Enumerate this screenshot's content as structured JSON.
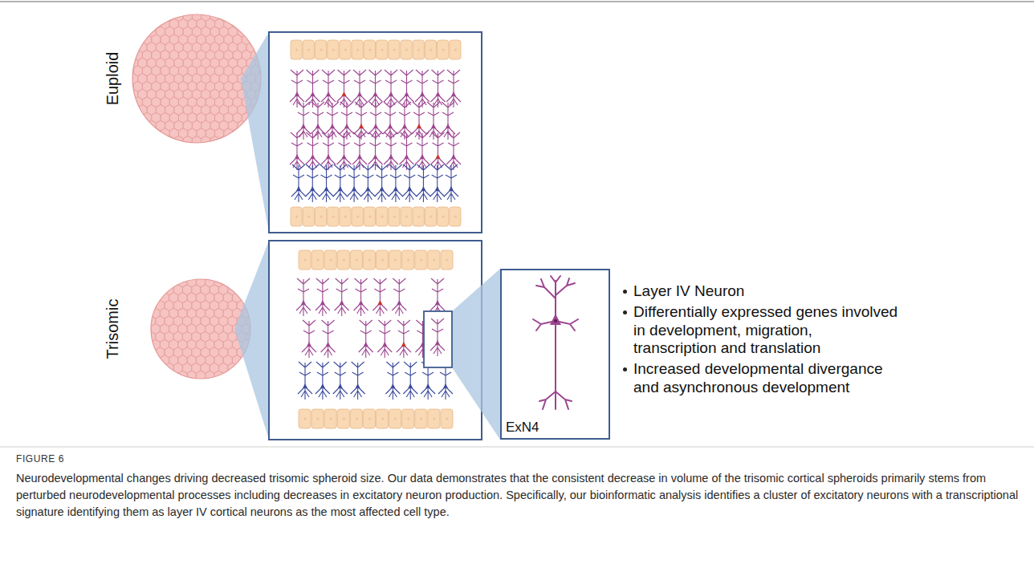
{
  "diagram": {
    "caption": "Neurodevelopmental changes driving decreased trisomic spheroid size. Our data demonstrates that the consistent decrease in volume of the trisomic cortical spheroids primarily stems from perturbed neurodevelopmental processes including decreases in excitatory neuron production. Specifically, our bioinformatic analysis identifies a cluster of excitatory neurons with a transcriptional signature identifying them as layer IV cortical neurons as the most affected cell type.",
    "nodes": [
      {
        "text": [
          "ExN4"
        ]
      }
    ],
    "labels": [
      "Euploid",
      "Trisomic",
      "Layer IV Neuron",
      "Differentially expressed genes involved in development, migration, transcription and translation",
      "Increased developmental divergance and asynchronous development",
      "FIGURE 6"
    ]
  }
}
